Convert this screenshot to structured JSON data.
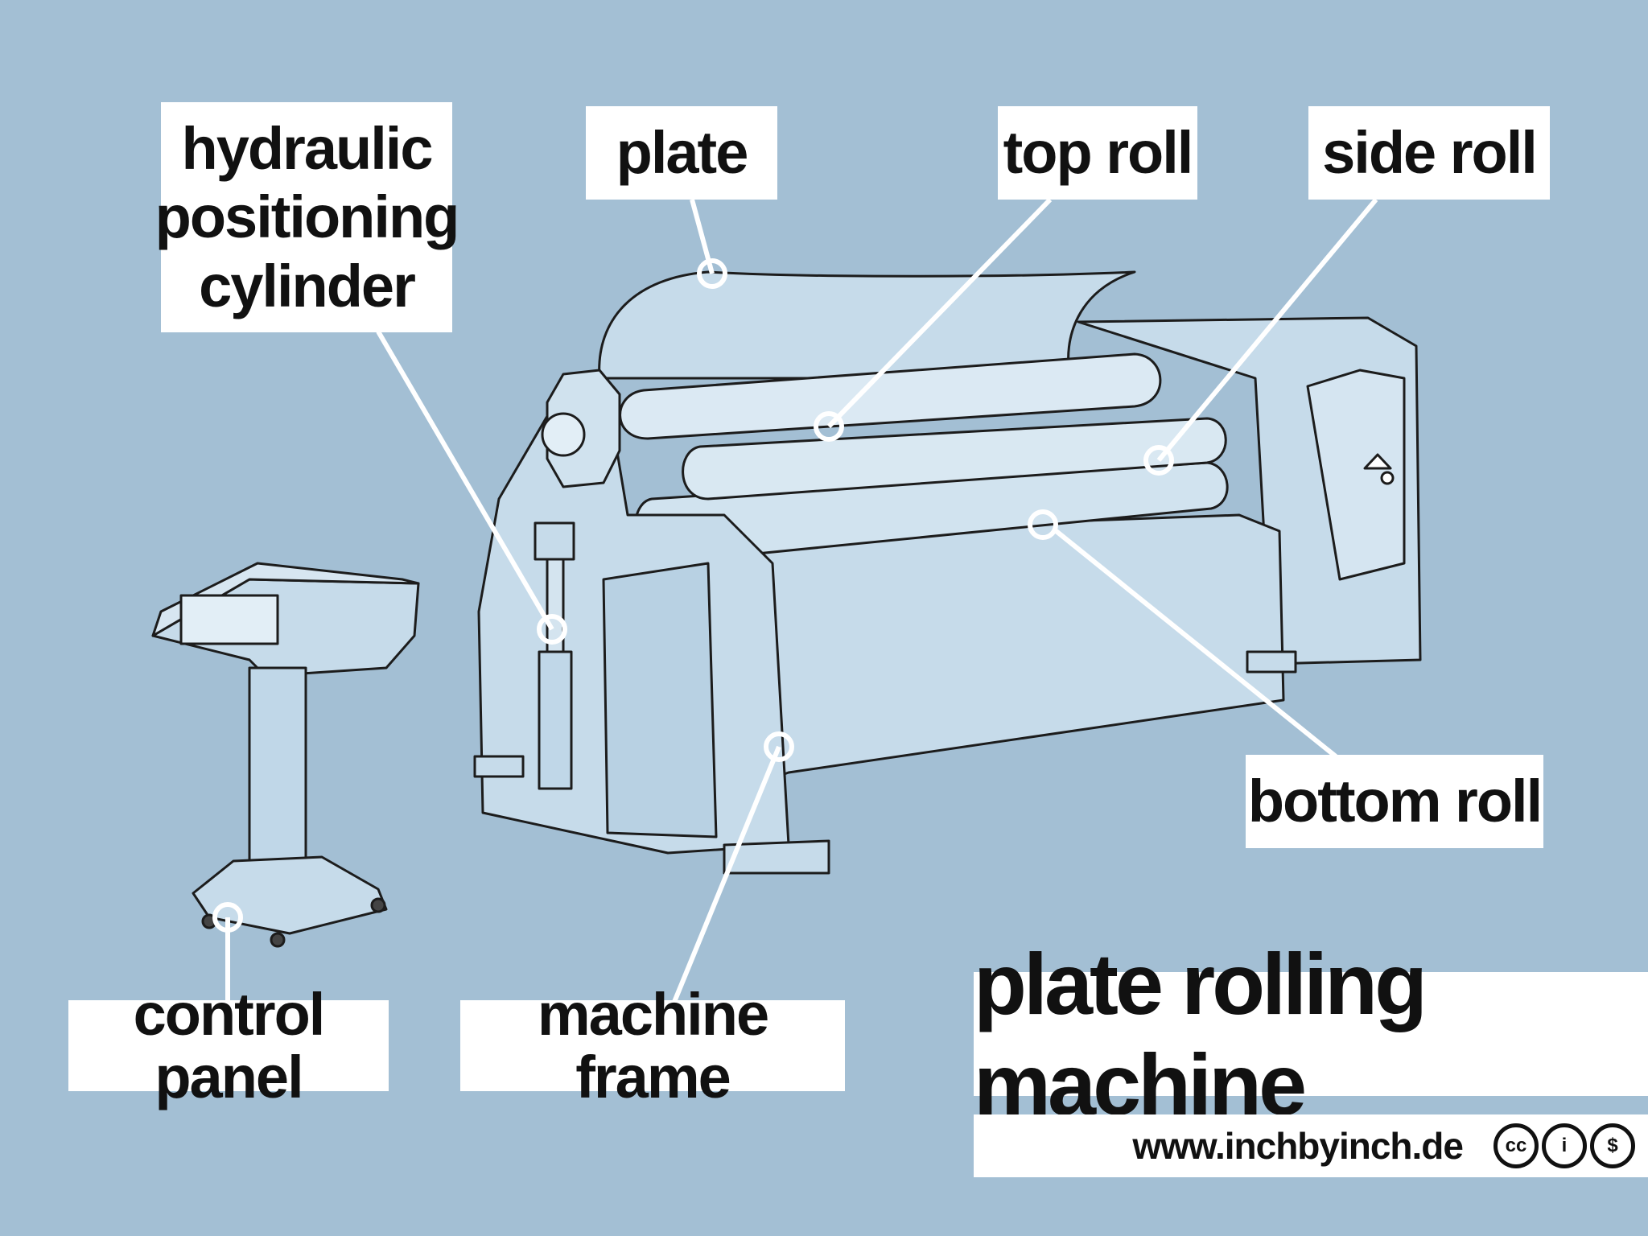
{
  "title": "plate rolling machine",
  "website": "www.inchbyinch.de",
  "license_icons": [
    "cc",
    "by",
    "nc"
  ],
  "labels": {
    "hydraulic": [
      "hydraulic",
      "positioning",
      "cylinder"
    ],
    "plate": "plate",
    "top_roll": "top roll",
    "side_roll": "side roll",
    "bottom_roll": "bottom roll",
    "control_panel": "control panel",
    "machine_frame": "machine frame"
  },
  "colors": {
    "background": "#a3bfd4",
    "machine_fill": "#c6dbea",
    "outline": "#1c1c1c",
    "callout": "#ffffff"
  }
}
